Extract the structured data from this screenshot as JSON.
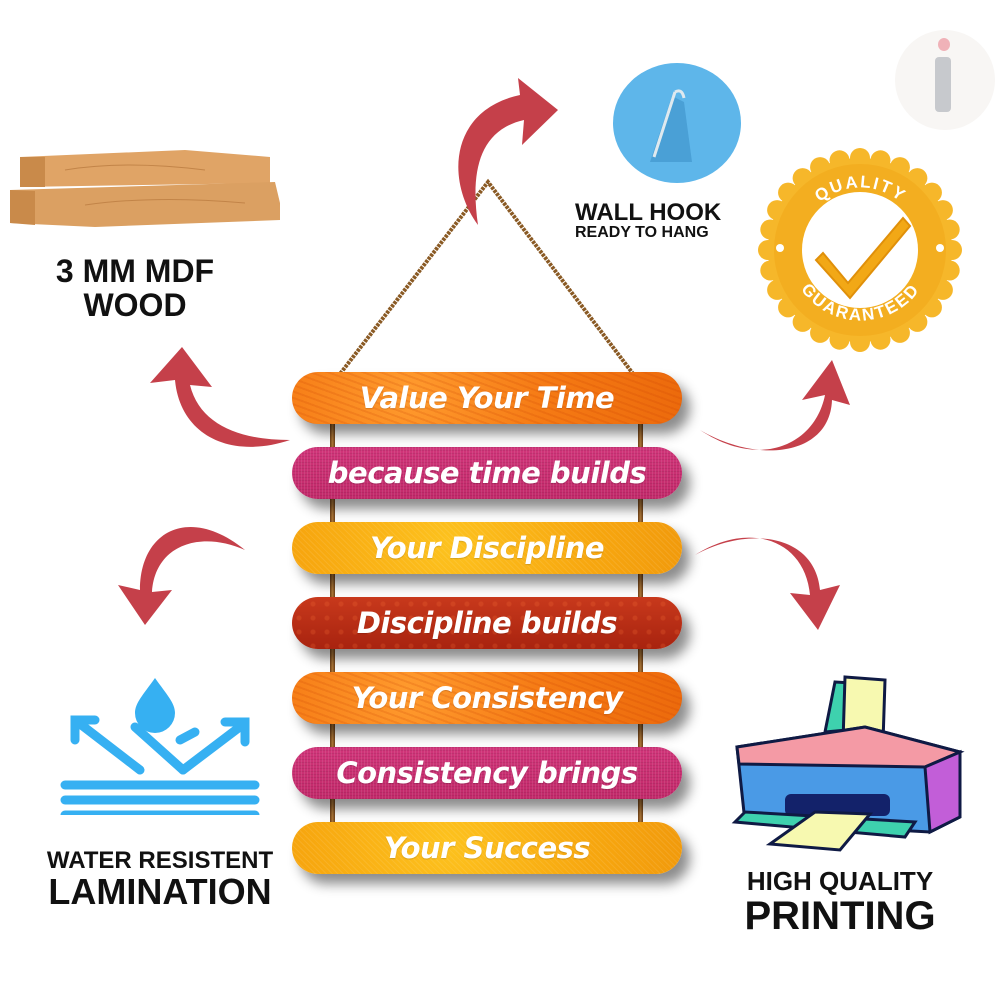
{
  "features": {
    "wood": {
      "line1": "3 MM MDF",
      "line2": "WOOD",
      "icon": "wood-planks-icon"
    },
    "hook": {
      "line1": "WALL HOOK",
      "line2": "READY TO HANG",
      "icon": "wall-hook-icon"
    },
    "quality": {
      "top": "QUALITY",
      "bottom": "GUARANTEED",
      "icon": "quality-badge-icon"
    },
    "water": {
      "line1": "WATER RESISTENT",
      "line2": "LAMINATION",
      "icon": "water-resistant-icon"
    },
    "printing": {
      "line1": "HIGH QUALITY",
      "line2": "PRINTING",
      "icon": "printer-icon"
    }
  },
  "planks": [
    {
      "text": "Value Your Time",
      "style": "orange"
    },
    {
      "text": "because time builds",
      "style": "pink"
    },
    {
      "text": "Your Discipline",
      "style": "yellow"
    },
    {
      "text": "Discipline builds",
      "style": "red"
    },
    {
      "text": "Your Consistency",
      "style": "orange"
    },
    {
      "text": "Consistency brings",
      "style": "pink"
    },
    {
      "text": "Your Success",
      "style": "yellow"
    }
  ],
  "colors": {
    "arrow": "#c5404a",
    "water_blue": "#36b0f2",
    "badge_gold": "#f5b324",
    "hook_blue": "#5eb6ea"
  },
  "logo": {
    "icon": "brand-i-logo-icon"
  }
}
